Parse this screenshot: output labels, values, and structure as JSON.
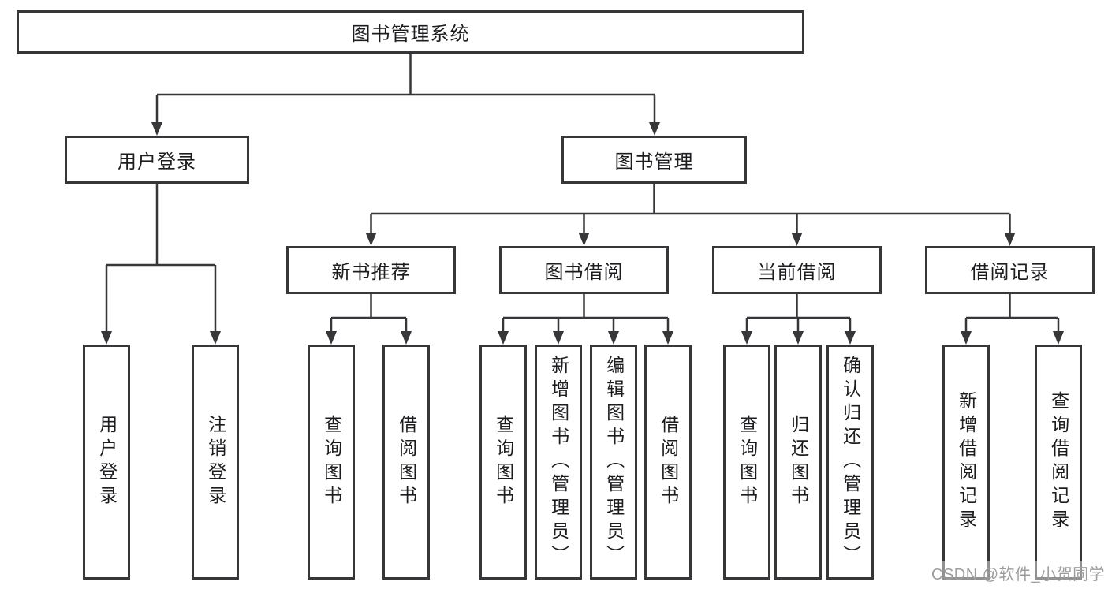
{
  "diagram": {
    "type": "hierarchy-tree",
    "orientation": "top-down",
    "tree": {
      "label": "图书管理系统",
      "children": [
        {
          "label": "用户登录",
          "children": [
            {
              "label": "用户登录"
            },
            {
              "label": "注销登录"
            }
          ]
        },
        {
          "label": "图书管理",
          "children": [
            {
              "label": "新书推荐",
              "children": [
                {
                  "label": "查询图书"
                },
                {
                  "label": "借阅图书"
                }
              ]
            },
            {
              "label": "图书借阅",
              "children": [
                {
                  "label": "查询图书"
                },
                {
                  "label": "新增图书（管理员）"
                },
                {
                  "label": "编辑图书（管理员）"
                },
                {
                  "label": "借阅图书"
                }
              ]
            },
            {
              "label": "当前借阅",
              "children": [
                {
                  "label": "查询图书"
                },
                {
                  "label": "归还图书"
                },
                {
                  "label": "确认归还（管理员）"
                }
              ]
            },
            {
              "label": "借阅记录",
              "children": [
                {
                  "label": "新增借阅记录"
                },
                {
                  "label": "查询借阅记录"
                }
              ]
            }
          ]
        }
      ]
    }
  },
  "watermark": {
    "text": "CSDN @软件_小贺同学"
  },
  "colors": {
    "background": "#ffffff",
    "box_fill": "#ffffff",
    "box_border": "#37373a",
    "connector_line": "#37373a",
    "text": "#1d1d20",
    "watermark": "#9d9d9e"
  }
}
